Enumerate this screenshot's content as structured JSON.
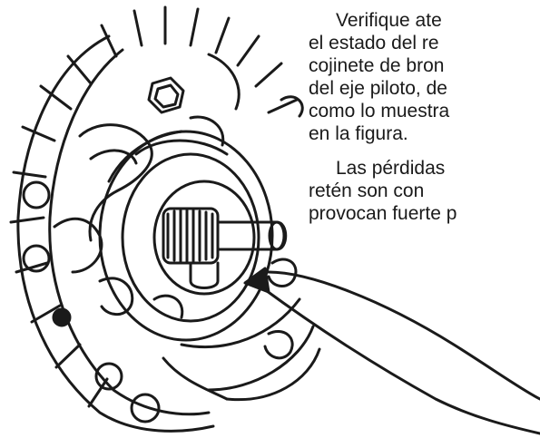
{
  "document": {
    "paragraphs": [
      {
        "lines": [
          "Verifique ate",
          "el estado del re",
          "cojinete de bron",
          "del eje piloto, de",
          "como lo muestra",
          "en la figura."
        ]
      },
      {
        "lines": [
          "Las pérdidas",
          "retén son con",
          "provocan fuerte p"
        ]
      }
    ]
  },
  "colors": {
    "ink": "#1a1a1a",
    "paper": "#ffffff"
  }
}
